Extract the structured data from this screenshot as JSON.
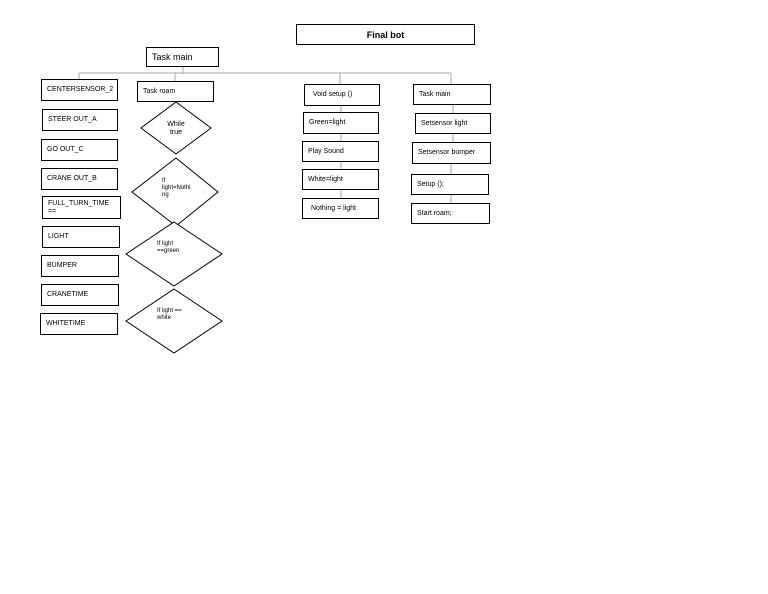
{
  "title": "Final bot",
  "task_main_header": "Task main",
  "left_column": {
    "items": [
      "CENTERSENSOR_2",
      "STEER    OUT_A",
      "GO      OUT_C",
      "CRANE    OUT_B",
      "FULL_TURN_TIME\n==",
      "LIGHT",
      "BUMPER",
      "CRANETIME",
      "WHITETIME"
    ]
  },
  "roam_column": {
    "header": "Task roam",
    "decisions": [
      "While\ntrue",
      "If\nlight=Nothi\nng",
      "If light\n==green",
      "If light ==\nwhite"
    ]
  },
  "setup_column": {
    "header": "Void setup ()",
    "items": [
      "Green=light",
      "Play Sound",
      "White=light",
      "Nothing = light"
    ]
  },
  "main_column": {
    "header": "Task main",
    "items": [
      "Setsensor light",
      "Setsensor bumper",
      "Setup ();",
      "Start roam;"
    ]
  },
  "colors": {
    "stroke": "#000000",
    "connector": "#a6a6a6",
    "background": "#ffffff"
  }
}
